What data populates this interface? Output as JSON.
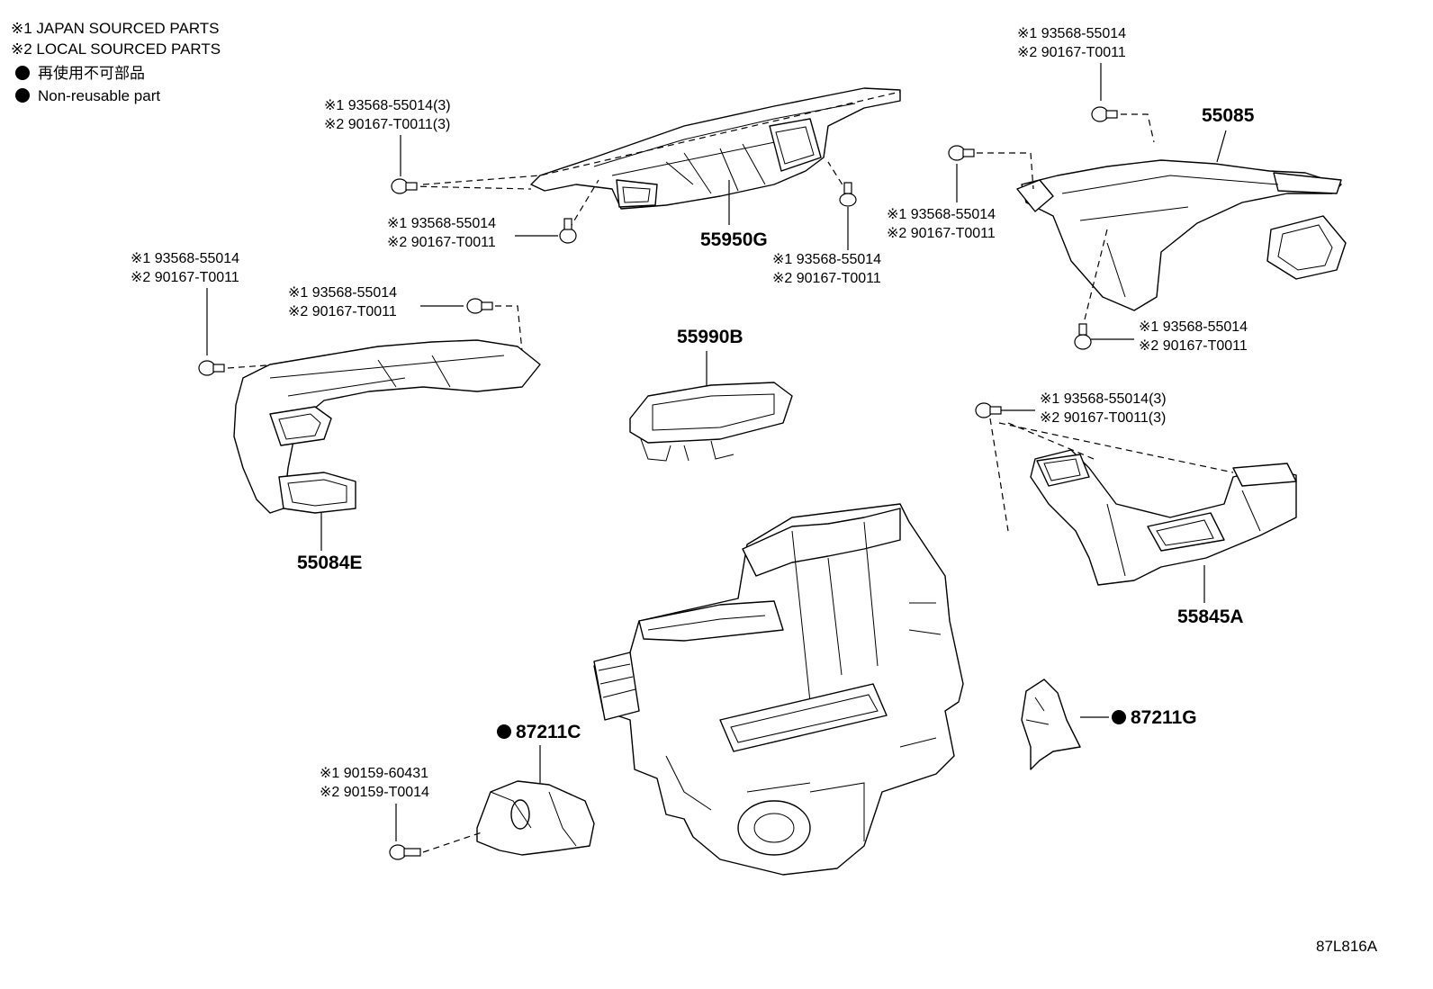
{
  "legend": {
    "line1": "※1 JAPAN SOURCED PARTS",
    "line2": "※2 LOCAL SOURCED PARTS",
    "line3": "再使用不可部品",
    "line4": "Non-reusable part"
  },
  "parts": {
    "p55950g": "55950G",
    "p55085": "55085",
    "p55990b": "55990B",
    "p55084e": "55084E",
    "p55845a": "55845A",
    "p87211c": "87211C",
    "p87211g": "87211G"
  },
  "fasteners": {
    "f_top_center_1": "※1 93568-55014(3)",
    "f_top_center_2": "※2 90167-T0011(3)",
    "f_center_left_1": "※1 93568-55014",
    "f_center_left_2": "※2 90167-T0011",
    "f_center_right_1": "※1 93568-55014",
    "f_center_right_2": "※2 90167-T0011",
    "f_topright_1": "※1 93568-55014",
    "f_topright_2": "※2 90167-T0011",
    "f_right_mid_1": "※1 93568-55014",
    "f_right_mid_2": "※2 90167-T0011",
    "f_right_low_1": "※1 93568-55014",
    "f_right_low_2": "※2 90167-T0011",
    "f_left_top_1": "※1 93568-55014",
    "f_left_top_2": "※2 90167-T0011",
    "f_left_mid_1": "※1 93568-55014",
    "f_left_mid_2": "※2 90167-T0011",
    "f_right3_1": "※1 93568-55014(3)",
    "f_right3_2": "※2 90167-T0011(3)",
    "f_bottom_1": "※1 90159-60431",
    "f_bottom_2": "※2 90159-T0014"
  },
  "diagram_ref": "87L816A"
}
